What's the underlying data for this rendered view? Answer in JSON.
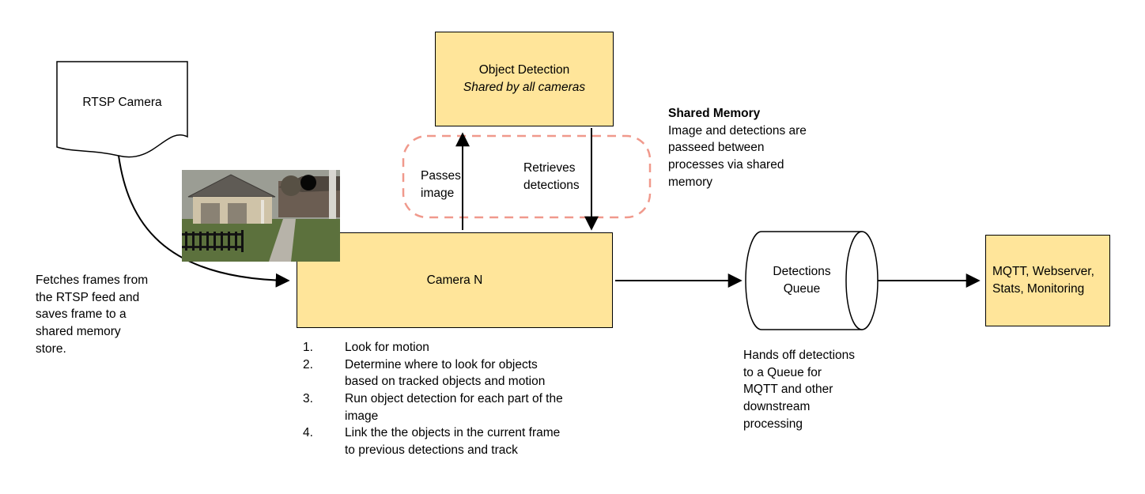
{
  "nodes": {
    "rtsp_camera": "RTSP Camera",
    "object_detection_title": "Object Detection",
    "object_detection_subtitle": "Shared by all cameras",
    "camera_n": "Camera N",
    "detections_queue": "Detections\nQueue",
    "mqtt": "MQTT, Webserver,\nStats, Monitoring"
  },
  "labels": {
    "passes_image": "Passes\nimage",
    "retrieves_detections": "Retrieves\ndetections"
  },
  "notes": {
    "shared_memory_title": "Shared Memory",
    "shared_memory_body": "Image and detections are\npasseed between\nprocesses via shared\nmemory",
    "fetches_frames": "Fetches frames from\nthe RTSP feed and\nsaves frame to a\nshared memory\nstore.",
    "hands_off": "Hands off detections\nto a Queue for\nMQTT and other\ndownstream\nprocessing"
  },
  "camera_steps": [
    {
      "num": "1.",
      "text": "Look for motion"
    },
    {
      "num": "2.",
      "text": "Determine where to look for objects\nbased on tracked objects and motion"
    },
    {
      "num": "3.",
      "text": "Run object detection for each part of the\nimage"
    },
    {
      "num": "4.",
      "text": "Link the the objects in the current frame\nto previous detections and track"
    }
  ],
  "colors": {
    "node_fill": "#ffe59a",
    "node_border": "#000000",
    "shared_memory_dash": "#f0998c",
    "arrow": "#000000"
  }
}
